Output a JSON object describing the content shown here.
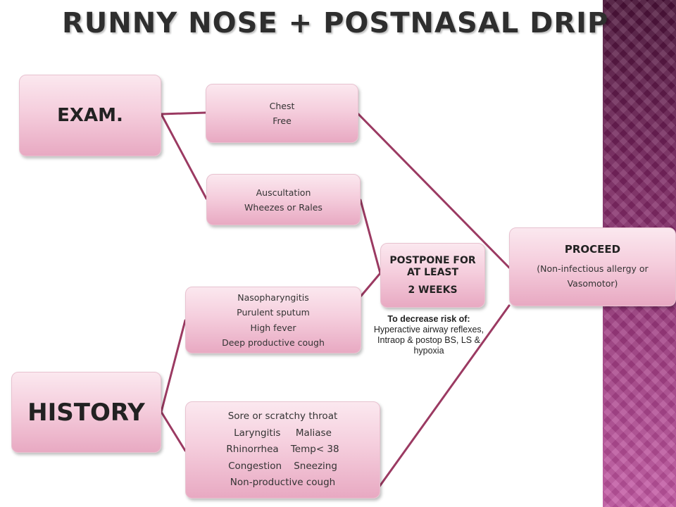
{
  "title": "RUNNY NOSE + POSTNASAL DRIP",
  "exam": {
    "label": "EXAM."
  },
  "history": {
    "label": "HISTORY"
  },
  "chest": {
    "line1": "Chest",
    "line2": "Free"
  },
  "auscultation": {
    "line1": "Auscultation",
    "line2": "Wheezes or Rales"
  },
  "infection": {
    "lines": [
      "Nasopharyngitis",
      "Purulent  sputum",
      "High fever",
      "Deep productive cough"
    ]
  },
  "symptoms": {
    "lines": [
      "Sore or scratchy throat",
      "Laryngitis     Maliase",
      "Rhinorrhea    Temp< 38",
      "Congestion    Sneezing",
      "Non-productive cough"
    ]
  },
  "postpone": {
    "line1": "POSTPONE FOR AT LEAST",
    "line2": "2 WEEKS"
  },
  "proceed": {
    "line1": "PROCEED",
    "line2": "(Non-infectious allergy or Vasomotor)"
  },
  "note": {
    "heading": "To decrease risk of:",
    "text": "Hyperactive airway reflexes, Intraop & postop BS, LS & hypoxia"
  },
  "colors": {
    "connector": "#9b3a62",
    "box_top": "#fbe8ef",
    "box_bottom": "#e8a9c2",
    "sidebar": "#7a2560"
  }
}
